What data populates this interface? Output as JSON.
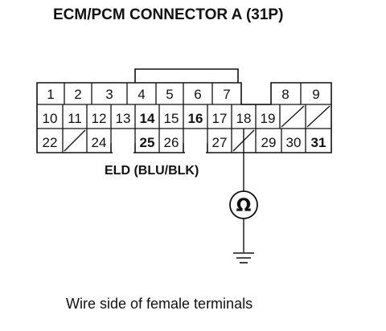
{
  "title": "ECM/PCM CONNECTOR A (31P)",
  "wire_label": "ELD (BLU/BLK)",
  "meter_symbol": "Ω",
  "caption": "Wire side of female terminals",
  "connector": {
    "row1": [
      {
        "label": "1",
        "bold": false
      },
      {
        "label": "2",
        "bold": false
      },
      {
        "label": "3",
        "bold": false
      },
      {
        "label": "4",
        "bold": false
      },
      {
        "label": "5",
        "bold": false
      },
      {
        "label": "6",
        "bold": false
      },
      {
        "label": "7",
        "bold": false
      },
      {
        "label": "8",
        "bold": false
      },
      {
        "label": "9",
        "bold": false
      }
    ],
    "row2": [
      {
        "label": "10",
        "bold": false
      },
      {
        "label": "11",
        "bold": false
      },
      {
        "label": "12",
        "bold": false
      },
      {
        "label": "13",
        "bold": false
      },
      {
        "label": "14",
        "bold": true
      },
      {
        "label": "15",
        "bold": false
      },
      {
        "label": "16",
        "bold": true
      },
      {
        "label": "17",
        "bold": false
      },
      {
        "label": "18",
        "bold": false
      },
      {
        "label": "19",
        "bold": false
      },
      {
        "label": "",
        "bold": false,
        "empty": true
      },
      {
        "label": "",
        "bold": false,
        "empty": true
      }
    ],
    "row3": [
      {
        "label": "22",
        "bold": false
      },
      {
        "label": "",
        "bold": false,
        "empty": true
      },
      {
        "label": "24",
        "bold": false
      },
      {
        "label": "25",
        "bold": true
      },
      {
        "label": "26",
        "bold": false
      },
      {
        "label": "27",
        "bold": false
      },
      {
        "label": "",
        "bold": false,
        "empty": true
      },
      {
        "label": "29",
        "bold": false
      },
      {
        "label": "30",
        "bold": false
      },
      {
        "label": "31",
        "bold": true
      }
    ]
  },
  "probe_terminal": "18",
  "ground_symbol": "ground-icon"
}
